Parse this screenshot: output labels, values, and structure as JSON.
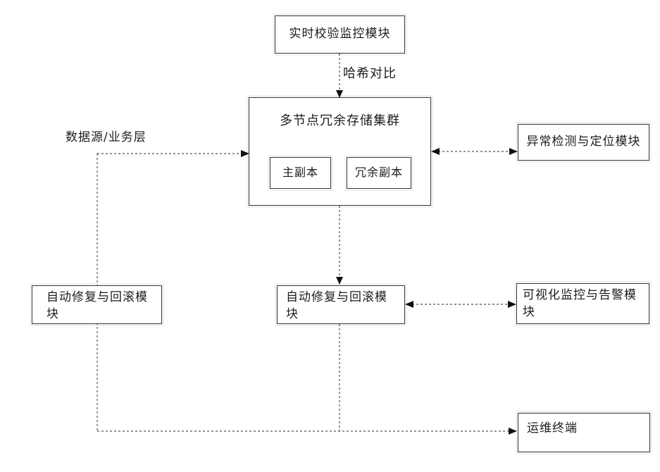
{
  "diagram": {
    "type": "flowchart",
    "nodes": {
      "realtime_monitor": {
        "label": "实时校验监控模块"
      },
      "storage_cluster": {
        "label": "多节点冗余存储集群"
      },
      "primary_replica": {
        "label": "主副本"
      },
      "redundant_replica": {
        "label": "冗余副本"
      },
      "anomaly_detection": {
        "label": "异常检测与定位模块"
      },
      "auto_repair_left": {
        "label": "自动修复与回滚模块"
      },
      "auto_repair_center": {
        "label": "自动修复与回滚模块"
      },
      "visual_monitor": {
        "label": "可视化监控与告警模块"
      },
      "ops_terminal": {
        "label": "运维终端"
      }
    },
    "edge_labels": {
      "hash_compare": "哈希对比",
      "data_source_layer": "数据源/业务层"
    },
    "colors": {
      "background": "#ffffff",
      "border": "#3a3a3a",
      "line": "#555555",
      "arrowhead": "#111111",
      "text": "#1c1c1c"
    }
  }
}
